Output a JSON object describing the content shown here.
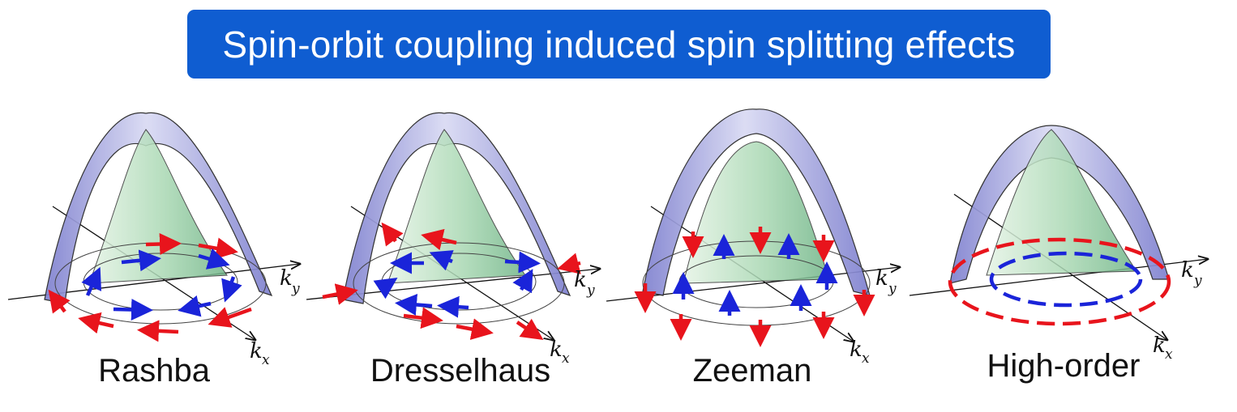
{
  "title": "Spin-orbit coupling induced spin splitting effects",
  "axes": {
    "ky_main": "k",
    "ky_sub": "y",
    "kx_main": "k",
    "kx_sub": "x"
  },
  "panels": [
    {
      "label": "Rashba"
    },
    {
      "label": "Dresselhaus"
    },
    {
      "label": "Zeeman"
    },
    {
      "label": "High-order"
    }
  ],
  "colors": {
    "banner": "#0f5dd1",
    "outer_band": "#8f8fd6",
    "inner_band": "#b9e2c2",
    "spin_up": "#e8141c",
    "spin_down": "#1a24d9"
  }
}
